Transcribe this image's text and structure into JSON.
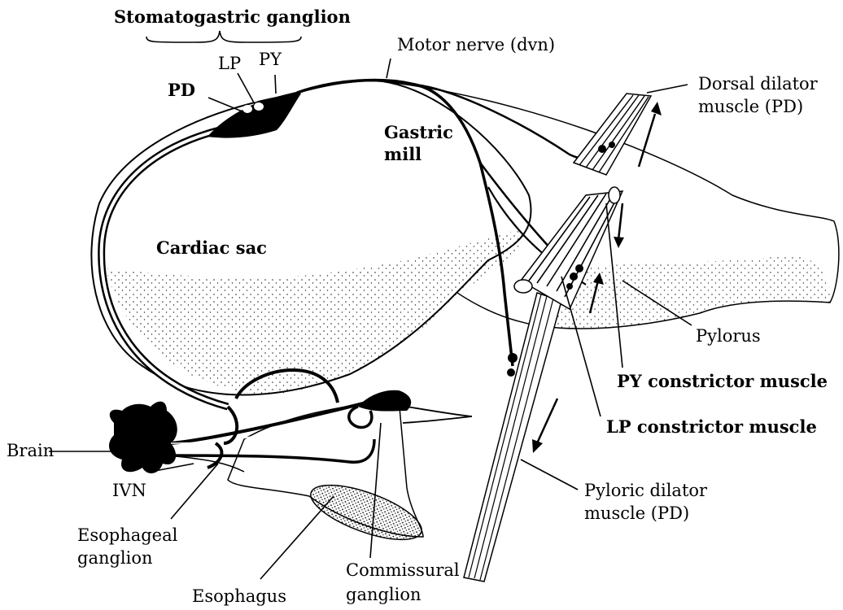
{
  "labels": {
    "stomatogastric_ganglion": "Stomatogastric ganglion",
    "lp": "LP",
    "py": "PY",
    "pd": "PD",
    "motor_nerve": "Motor nerve (dvn)",
    "dorsal_dilator_line1": "Dorsal dilator",
    "dorsal_dilator_line2": "muscle (PD)",
    "gastric_line1": "Gastric",
    "gastric_line2": "mill",
    "cardiac_sac": "Cardiac sac",
    "pylorus": "Pylorus",
    "py_constrictor": "PY constrictor muscle",
    "lp_constrictor": "LP constrictor muscle",
    "brain": "Brain",
    "ivn": "IVN",
    "esophageal_line1": "Esophageal",
    "esophageal_line2": "ganglion",
    "esophagus": "Esophagus",
    "commissural_line1": "Commissural",
    "commissural_line2": "ganglion",
    "pyloric_dilator_line1": "Pyloric dilator",
    "pyloric_dilator_line2": "muscle (PD)"
  }
}
